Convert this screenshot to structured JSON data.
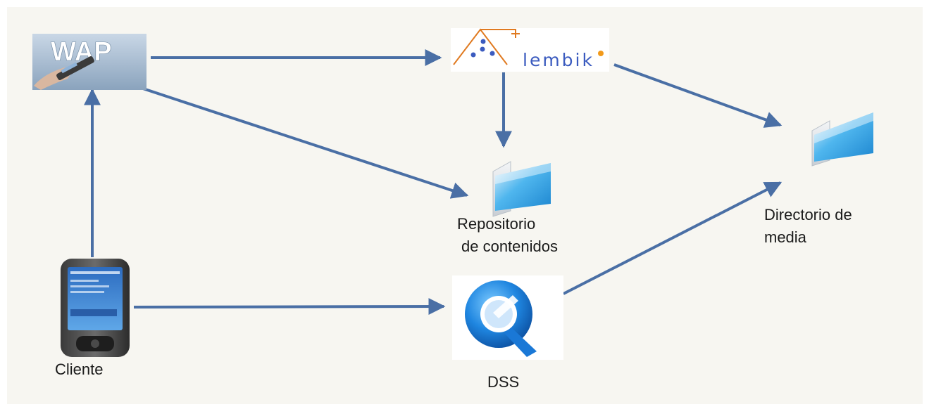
{
  "nodes": {
    "wap": {
      "logo_text": "WAP"
    },
    "alembik": {
      "logo_text": "lembik"
    },
    "repositorio": {
      "label_line1": "Repositorio",
      "label_line2": "de contenidos"
    },
    "directorio": {
      "label_line1": "Directorio de",
      "label_line2": "media"
    },
    "cliente": {
      "label": "Cliente"
    },
    "dss": {
      "label": "DSS"
    }
  },
  "edges": [
    {
      "from": "wap",
      "to": "alembik"
    },
    {
      "from": "wap",
      "to": "repositorio"
    },
    {
      "from": "alembik",
      "to": "repositorio"
    },
    {
      "from": "alembik",
      "to": "directorio"
    },
    {
      "from": "cliente",
      "to": "wap"
    },
    {
      "from": "cliente",
      "to": "dss"
    },
    {
      "from": "dss",
      "to": "directorio"
    }
  ],
  "colors": {
    "edge": "#4a6fa5",
    "folder_blue": "#2f9fe0",
    "alembik_orange": "#e07a20",
    "alembik_dot": "#3b5bbf",
    "quicktime_blue": "#1a78d6"
  }
}
